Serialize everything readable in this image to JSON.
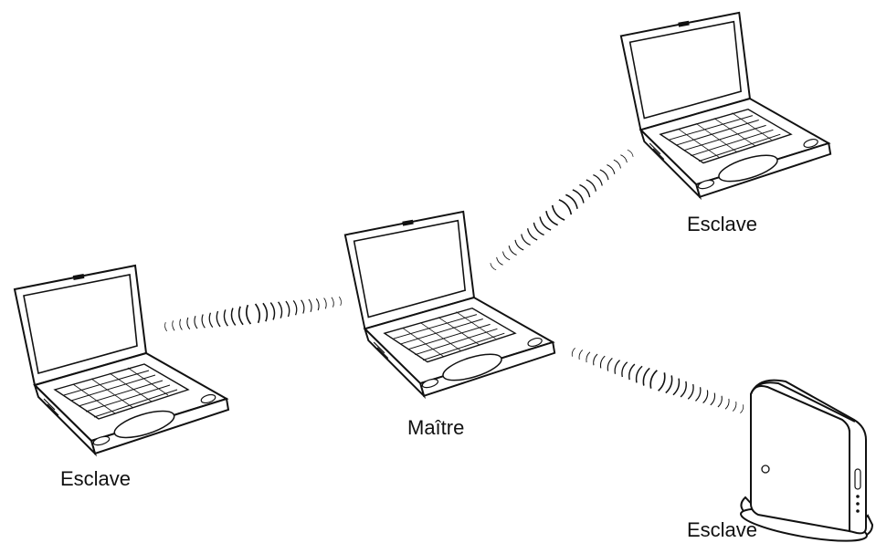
{
  "nodes": {
    "master": {
      "label": "Maître"
    },
    "slave_left": {
      "label": "Esclave"
    },
    "slave_top_right": {
      "label": "Esclave"
    },
    "slave_access_point": {
      "label": "Esclave"
    }
  },
  "icons": {
    "master_device": "laptop-icon",
    "slave_left_device": "laptop-icon",
    "slave_top_right_device": "laptop-icon",
    "slave_access_point_device": "access-point-icon",
    "links": "wireless-signal-waves"
  },
  "colors": {
    "line": "#111111",
    "fill": "#ffffff",
    "screen": "#ffffff"
  }
}
